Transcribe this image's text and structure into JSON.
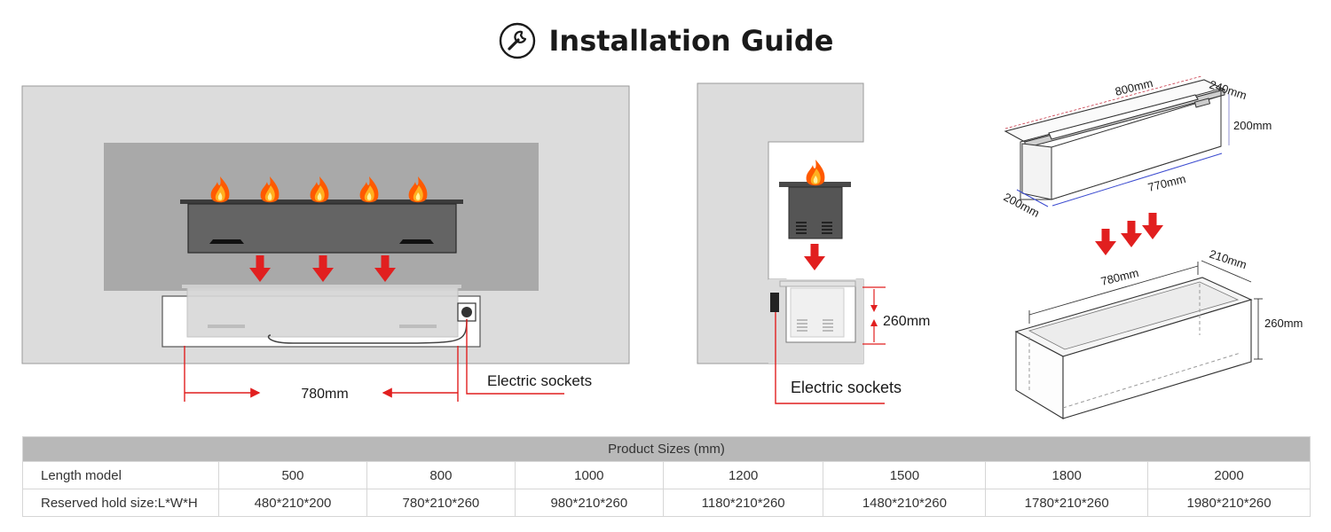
{
  "header": {
    "title": "Installation Guide",
    "icon": "wrench-icon"
  },
  "panel1": {
    "dimension": "780mm",
    "socket_label": "Electric sockets"
  },
  "panel2": {
    "dimension": "260mm",
    "socket_label": "Electric sockets"
  },
  "panel3": {
    "top_length": "800mm",
    "top_depth": "240mm",
    "top_height": "200mm",
    "top_inner_length": "770mm",
    "top_side_depth": "200mm",
    "hole_length": "780mm",
    "hole_width": "210mm",
    "hole_height": "260mm"
  },
  "colors": {
    "arrow": "#e11f1f",
    "flame": "#ff6a00",
    "wall": "#d9d9d9",
    "cavity": "#aaaaaa",
    "unit": "#646464"
  },
  "table": {
    "caption": "Product Sizes (mm)",
    "rows": [
      {
        "label": "Length model",
        "values": [
          "500",
          "800",
          "1000",
          "1200",
          "1500",
          "1800",
          "2000"
        ]
      },
      {
        "label": "Reserved hold size:L*W*H",
        "values": [
          "480*210*200",
          "780*210*260",
          "980*210*260",
          "1180*210*260",
          "1480*210*260",
          "1780*210*260",
          "1980*210*260"
        ]
      }
    ]
  }
}
